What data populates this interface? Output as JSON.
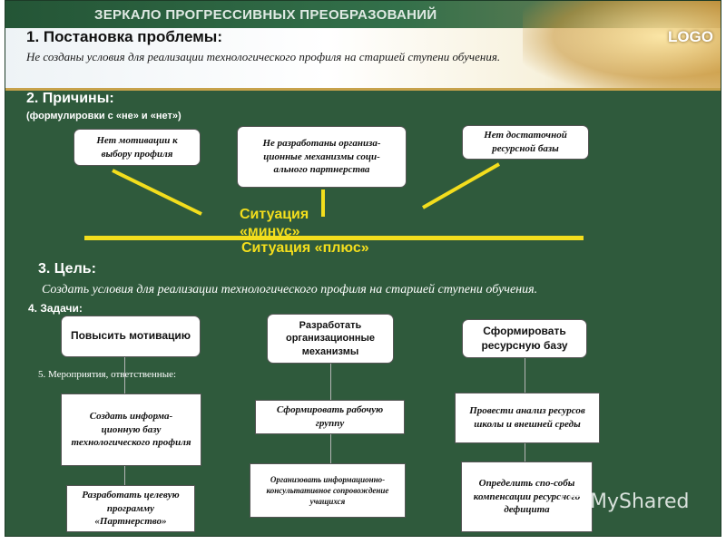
{
  "header": {
    "title": "ЗЕРКАЛО ПРОГРЕССИВНЫХ ПРЕОБРАЗОВАНИЙ",
    "logo": "LOGO"
  },
  "problem": {
    "heading": "1. Постановка проблемы:",
    "text": "Не созданы условия для реализации технологического профиля на старшей ступени обучения."
  },
  "causes": {
    "heading": "2. Причины:",
    "subheading": "(формулировки с «не» и «нет»)",
    "items": [
      "Нет мотивации к выбору профиля",
      "Не разработаны организа-ционные механизмы соци-ального партнерства",
      "Нет достаточной ресурсной базы"
    ]
  },
  "situation": {
    "minus": "Ситуация «минус»",
    "plus": "Ситуация «плюс»"
  },
  "goal": {
    "heading": "3. Цель:",
    "text": "Создать условия для реализации технологического профиля на старшей ступени обучения."
  },
  "tasks": {
    "heading": "4. Задачи:",
    "items": [
      "Повысить мотивацию",
      "Разработать организационные механизмы",
      "Сформировать ресурсную базу"
    ]
  },
  "measures": {
    "heading": "5. Мероприятия, ответственные:",
    "col1": [
      "Создать информа-ционную базу технологического профиля",
      "Разработать целевую программу «Партнерство»"
    ],
    "col2": [
      "Сформировать рабочую группу",
      "Организовать информационно-консультативное сопровождение учащихся"
    ],
    "col3": [
      "Провести анализ ресурсов школы и внешней среды",
      "Определить спо-собы компенсации ресурсного дефицита"
    ]
  },
  "watermark": "MyShared",
  "colors": {
    "board": "#2f5a3c",
    "accent": "#f3de1d",
    "header_gold": "#c7a24b"
  }
}
